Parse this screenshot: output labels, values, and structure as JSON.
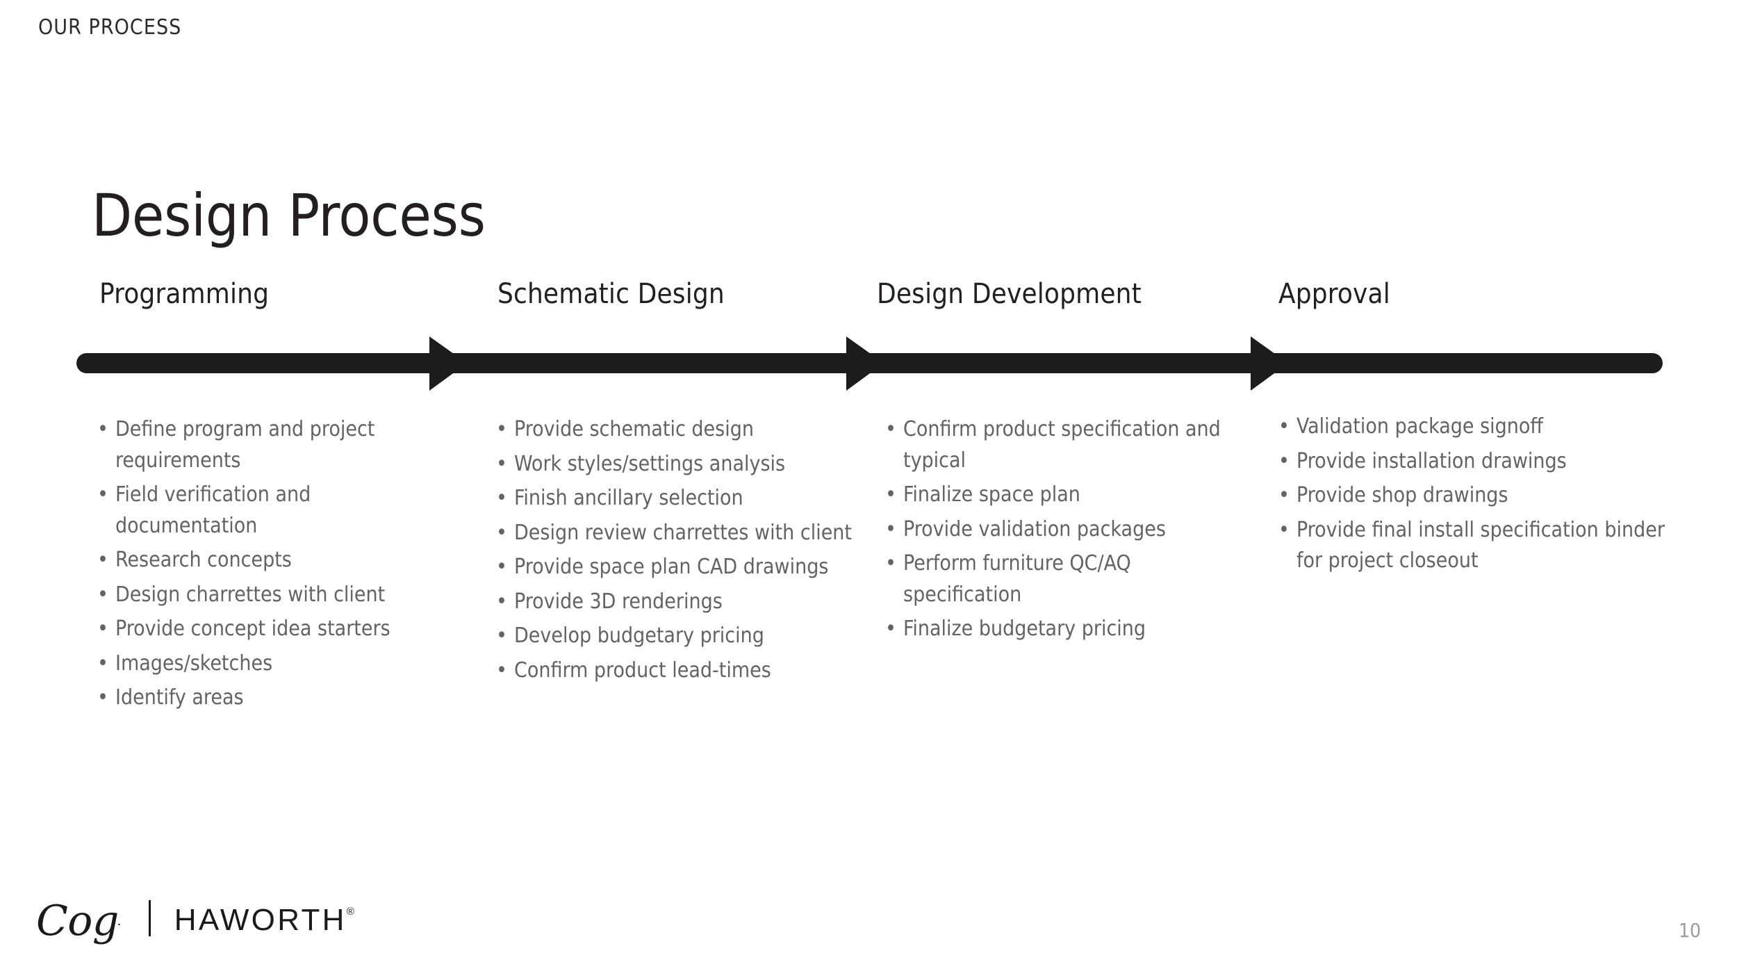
{
  "slide": {
    "kicker": "OUR PROCESS",
    "title": "Design Process",
    "page_number": "10",
    "background_color": "#ffffff",
    "accent_color": "#1c1c1c",
    "body_text_color": "#636363",
    "heading_text_color": "#231f20"
  },
  "timeline": {
    "type": "process-arrow",
    "bar_color": "#1c1c1c",
    "arrowhead_count": 3,
    "segments": [
      {
        "label": "Programming"
      },
      {
        "label": "Schematic Design"
      },
      {
        "label": "Design Development"
      },
      {
        "label": "Approval"
      }
    ]
  },
  "columns": [
    {
      "heading": "Programming",
      "bullet_glyph": "•",
      "items": [
        "Define program and project requirements",
        "Field verification and documentation",
        "Research concepts",
        "Design charrettes with client",
        "Provide concept idea starters",
        "Images/sketches",
        "Identify areas"
      ]
    },
    {
      "heading": "Schematic Design",
      "bullet_glyph": "•",
      "items": [
        "Provide schematic design",
        "Work styles/settings analysis",
        "Finish ancillary selection",
        "Design review charrettes with client",
        "Provide space plan CAD drawings",
        "Provide 3D renderings",
        "Develop budgetary pricing",
        "Confirm product lead-times"
      ]
    },
    {
      "heading": "Design Development",
      "bullet_glyph": "•",
      "items": [
        "Confirm product specification and typical",
        "Finalize space plan",
        "Provide validation packages",
        "Perform furniture QC/AQ specification",
        "Finalize budgetary pricing"
      ]
    },
    {
      "heading": "Approval",
      "bullet_glyph": "•",
      "items": [
        "Validation package signoff",
        "Provide installation drawings",
        "Provide shop drawings",
        "Provide final install specification binder for project closeout"
      ]
    }
  ],
  "footer": {
    "logo_primary": "Cog",
    "logo_primary_mark": ".",
    "divider": "|",
    "logo_secondary": "HAWORTH",
    "logo_secondary_mark": "®"
  }
}
